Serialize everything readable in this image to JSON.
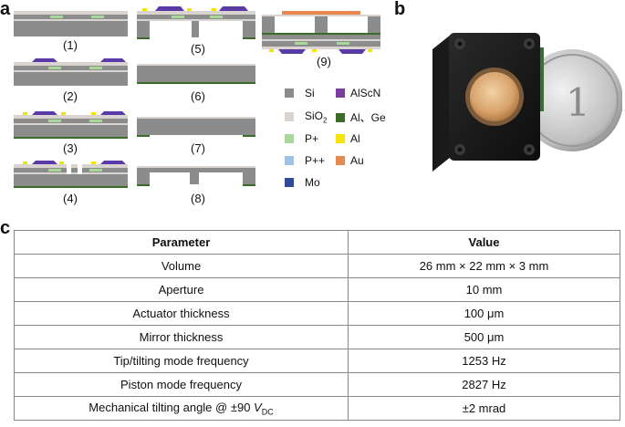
{
  "panels": {
    "a": "a",
    "b": "b",
    "c": "c"
  },
  "steps": [
    "(1)",
    "(2)",
    "(3)",
    "(4)",
    "(5)",
    "(6)",
    "(7)",
    "(8)",
    "(9)"
  ],
  "legend": {
    "left": [
      {
        "label": "Si",
        "color": "#8c8c8c"
      },
      {
        "label": "SiO",
        "sub": "2",
        "color": "#d9d4cf"
      },
      {
        "label": "P+",
        "color": "#a8d79a"
      },
      {
        "label": "P++",
        "color": "#9fc3e6"
      },
      {
        "label": "Mo",
        "color": "#2e4a9c"
      }
    ],
    "right": [
      {
        "label": "AlScN",
        "color": "#7a3ea1"
      },
      {
        "label": "Al、Ge",
        "color": "#3c6b27"
      },
      {
        "label": "Al",
        "color": "#f5e400"
      },
      {
        "label": "Au",
        "color": "#e8874f"
      }
    ]
  },
  "table": {
    "headers": [
      "Parameter",
      "Value"
    ],
    "rows": [
      [
        "Volume",
        "26 mm × 22 mm × 3 mm"
      ],
      [
        "Aperture",
        "10 mm"
      ],
      [
        "Actuator thickness",
        "100 μm"
      ],
      [
        "Mirror thickness",
        "500 μm"
      ],
      [
        "Tip/tilting mode frequency",
        "1253 Hz"
      ],
      [
        "Piston mode frequency",
        "2827 Hz"
      ]
    ],
    "last_row": {
      "param_prefix": "Mechanical tilting angle @ ±90 ",
      "param_v": "V",
      "param_sub": "DC",
      "value": "±2 mrad"
    }
  }
}
